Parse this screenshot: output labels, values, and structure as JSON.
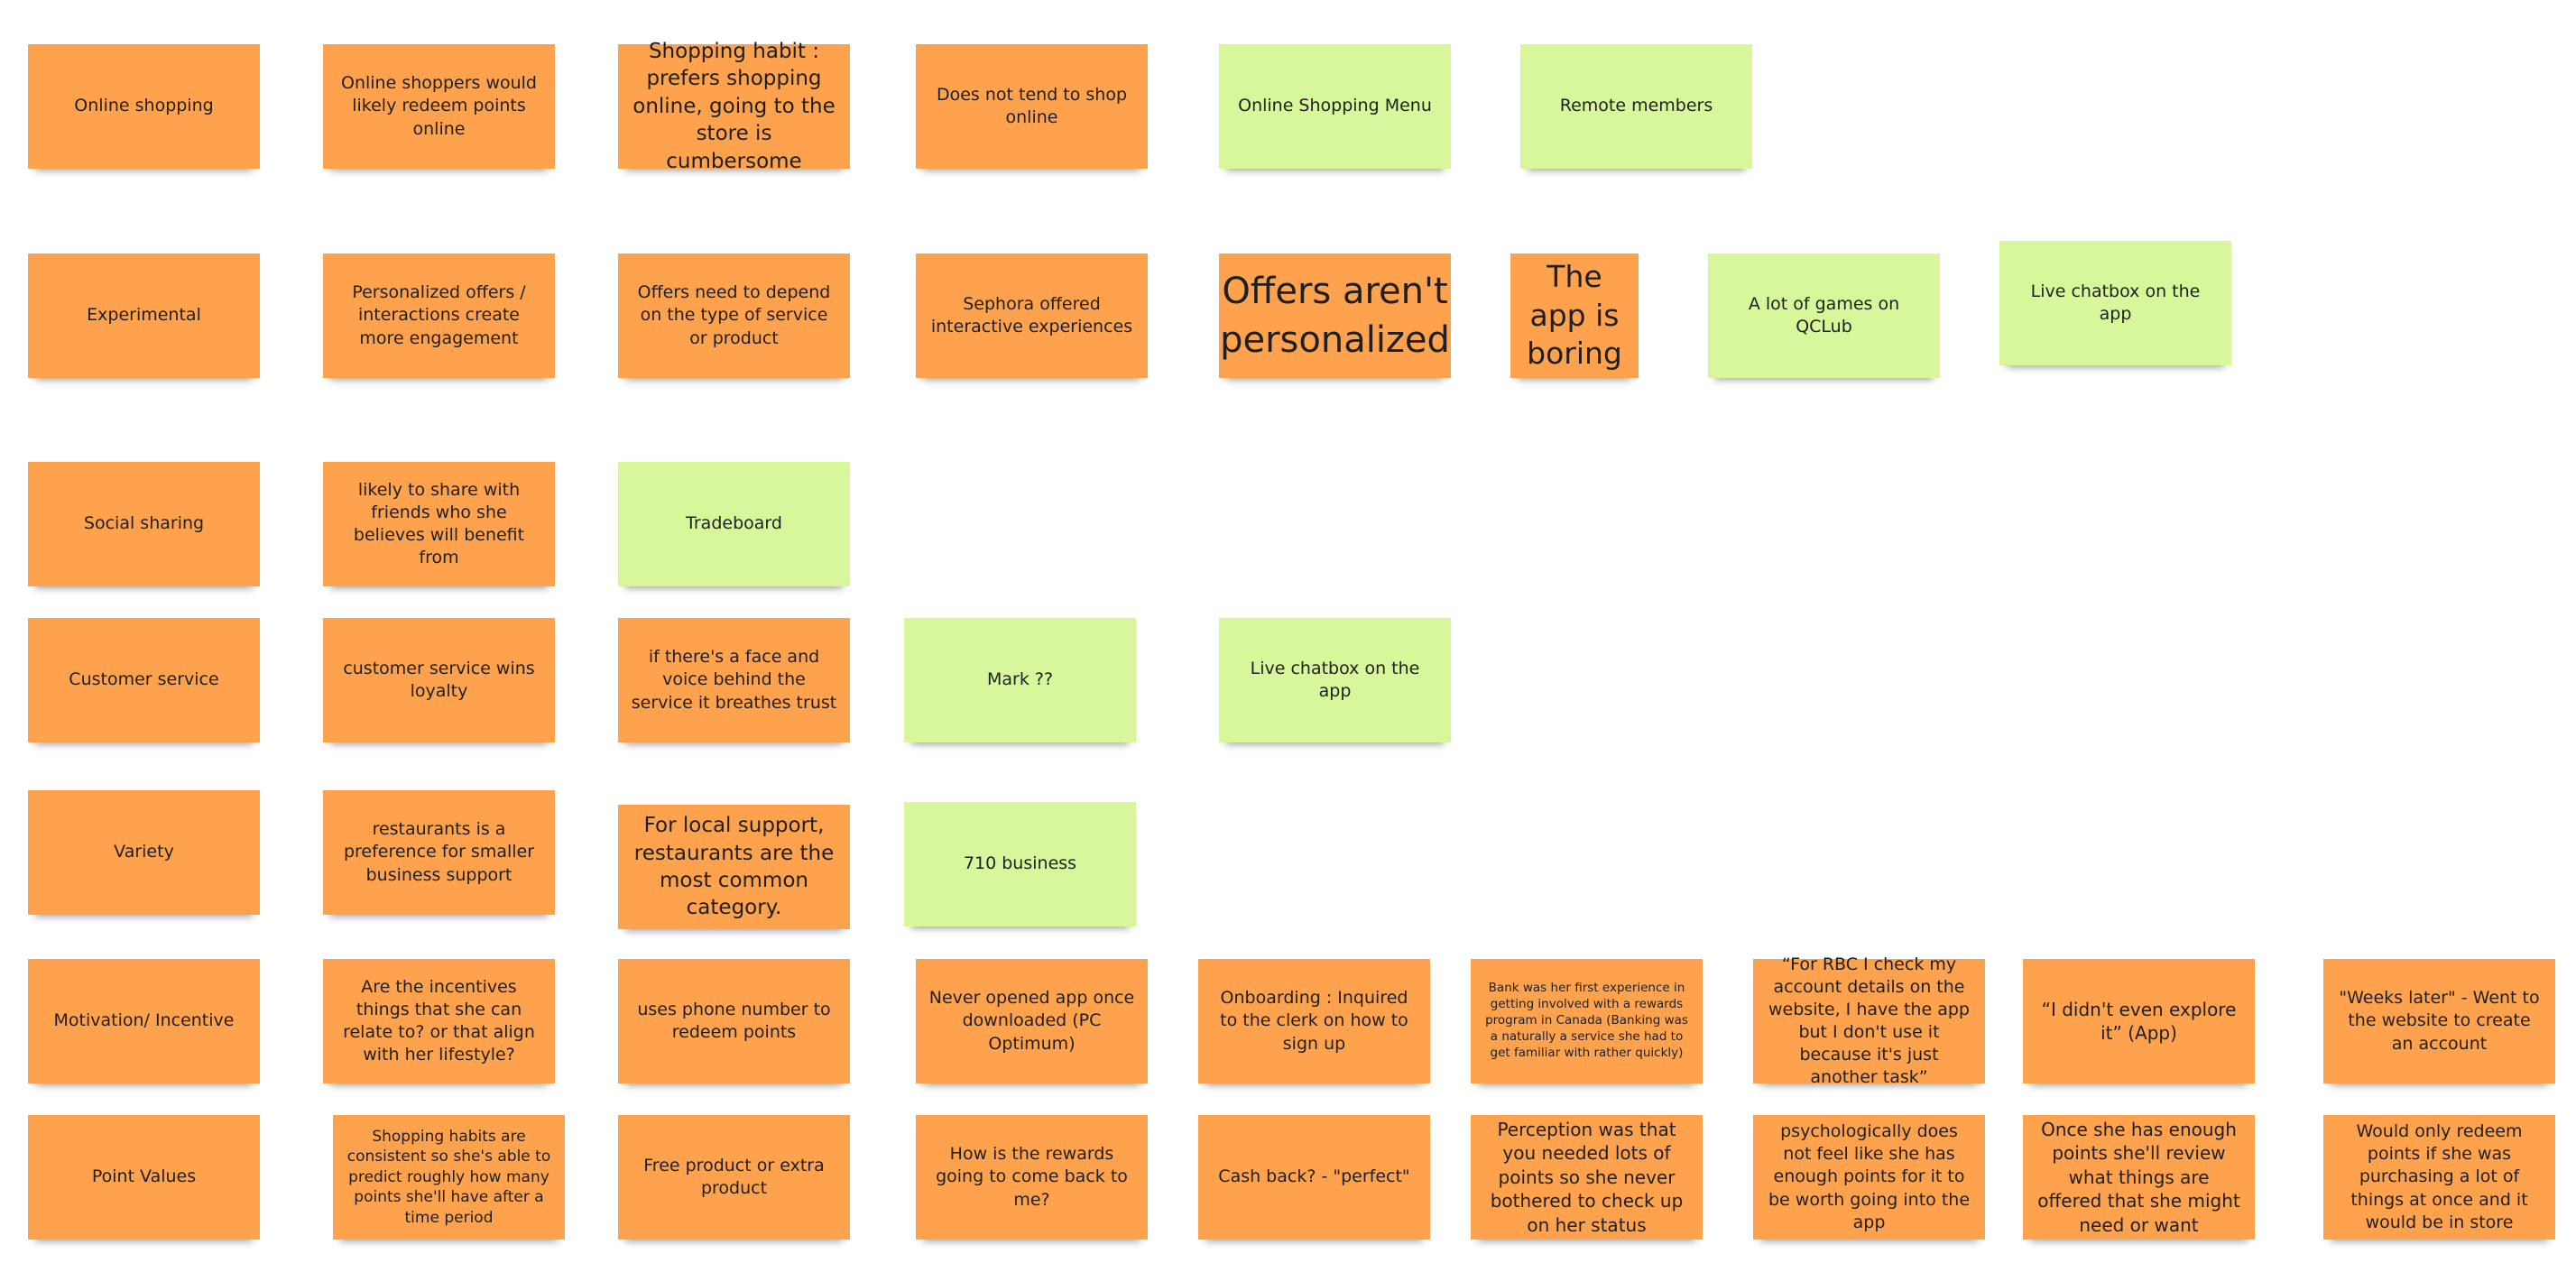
{
  "board": {
    "rows": [
      {
        "name": "online-shopping",
        "notes": [
          {
            "label": "Online shopping",
            "color": "orange"
          },
          {
            "label": "Online shoppers would likely redeem points online",
            "color": "orange"
          },
          {
            "label": "Shopping habit : prefers shopping online, going to the store is cumbersome",
            "color": "orange"
          },
          {
            "label": "Does not tend to shop online",
            "color": "orange"
          },
          {
            "label": "Online Shopping Menu",
            "color": "green"
          },
          {
            "label": "Remote members",
            "color": "green"
          }
        ]
      },
      {
        "name": "experimental",
        "notes": [
          {
            "label": "Experimental",
            "color": "orange"
          },
          {
            "label": "Personalized offers / interactions create more engagement",
            "color": "orange"
          },
          {
            "label": "Offers need to depend on the type of service or product",
            "color": "orange"
          },
          {
            "label": "Sephora offered interactive experiences",
            "color": "orange"
          },
          {
            "label": "Offers aren't personalized",
            "color": "orange"
          },
          {
            "label": "The app is boring",
            "color": "orange"
          },
          {
            "label": "A lot of games on QCLub",
            "color": "green"
          },
          {
            "label": "Live chatbox on the app",
            "color": "green"
          }
        ]
      },
      {
        "name": "social-sharing",
        "notes": [
          {
            "label": "Social sharing",
            "color": "orange"
          },
          {
            "label": "likely to share with friends who she believes will benefit from",
            "color": "orange"
          },
          {
            "label": "Tradeboard",
            "color": "green"
          }
        ]
      },
      {
        "name": "customer-service",
        "notes": [
          {
            "label": "Customer service",
            "color": "orange"
          },
          {
            "label": "customer service wins loyalty",
            "color": "orange"
          },
          {
            "label": "if there's a face and voice behind the service it breathes trust",
            "color": "orange"
          },
          {
            "label": "Mark ??",
            "color": "green"
          },
          {
            "label": "Live chatbox on the app",
            "color": "green"
          }
        ]
      },
      {
        "name": "variety",
        "notes": [
          {
            "label": "Variety",
            "color": "orange"
          },
          {
            "label": "restaurants is a preference for smaller business support",
            "color": "orange"
          },
          {
            "label": "For local support, restaurants are the most common category.",
            "color": "orange"
          },
          {
            "label": "710 business",
            "color": "green"
          }
        ]
      },
      {
        "name": "motivation-incentive",
        "notes": [
          {
            "label": "Motivation/ Incentive",
            "color": "orange"
          },
          {
            "label": "Are the incentives things that she can relate to? or that align with her lifestyle?",
            "color": "orange"
          },
          {
            "label": "uses phone number to redeem points",
            "color": "orange"
          },
          {
            "label": "Never opened app once downloaded (PC Optimum)",
            "color": "orange"
          },
          {
            "label": "Onboarding : Inquired to the clerk on how to sign up",
            "color": "orange"
          },
          {
            "label": "Bank was her first experience in getting involved with a rewards program in Canada (Banking was a naturally a service she had to get familiar with rather quickly)",
            "color": "orange"
          },
          {
            "label": "“For RBC I check my account details on the website, I have the app but I don't use it because it's just another task”",
            "color": "orange"
          },
          {
            "label": "“I didn't even explore it” (App)",
            "color": "orange"
          },
          {
            "label": "\"Weeks later\" - Went to the website to create an account",
            "color": "orange"
          }
        ]
      },
      {
        "name": "point-values",
        "notes": [
          {
            "label": "Point Values",
            "color": "orange"
          },
          {
            "label": "Shopping habits are consistent so she's able to predict roughly how many points she'll have after a time period",
            "color": "orange"
          },
          {
            "label": "Free product or extra product",
            "color": "orange"
          },
          {
            "label": "How is the rewards going to come back to me?",
            "color": "orange"
          },
          {
            "label": "Cash back? - \"perfect\"",
            "color": "orange"
          },
          {
            "label": "Perception was that you needed lots of points so she never bothered to check up on her status",
            "color": "orange"
          },
          {
            "label": "psychologically does not feel like she has enough points for it to be worth going into the app",
            "color": "orange"
          },
          {
            "label": "Once she has enough points she'll review what things are offered that she might need or want",
            "color": "orange"
          },
          {
            "label": "Would only redeem points if she was purchasing a lot of things at once and it would be in store",
            "color": "orange"
          }
        ]
      }
    ]
  }
}
